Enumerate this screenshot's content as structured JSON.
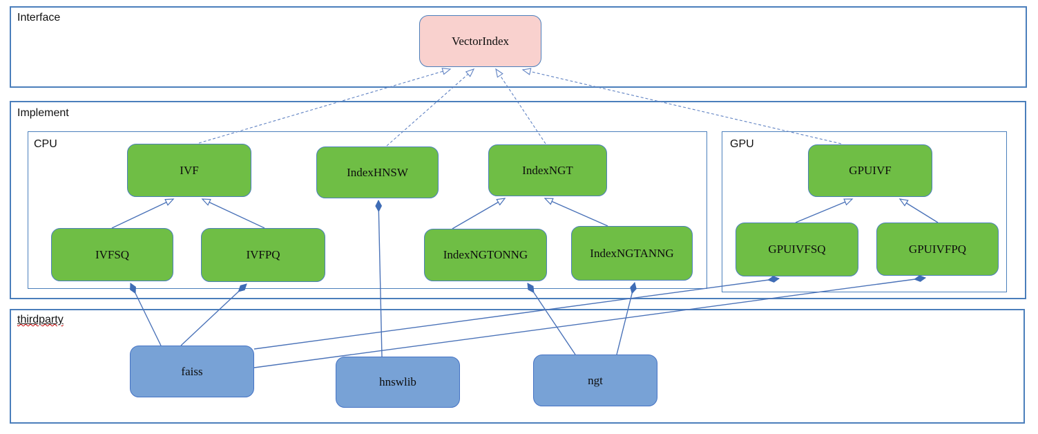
{
  "sections": {
    "interface": {
      "label": "Interface"
    },
    "implement": {
      "label": "Implement"
    },
    "cpu": {
      "label": "CPU"
    },
    "gpu": {
      "label": "GPU"
    },
    "thirdparty": {
      "label": "thirdparty"
    }
  },
  "nodes": {
    "vectorindex": {
      "label": "VectorIndex",
      "kind": "interface"
    },
    "ivf": {
      "label": "IVF",
      "kind": "cpu-class"
    },
    "indexhnsw": {
      "label": "IndexHNSW",
      "kind": "cpu-class"
    },
    "indexngt": {
      "label": "IndexNGT",
      "kind": "cpu-class"
    },
    "ivfsq": {
      "label": "IVFSQ",
      "kind": "cpu-class"
    },
    "ivfpq": {
      "label": "IVFPQ",
      "kind": "cpu-class"
    },
    "indexngtonng": {
      "label": "IndexNGTONNG",
      "kind": "cpu-class"
    },
    "indexngtanng": {
      "label": "IndexNGTANNG",
      "kind": "cpu-class"
    },
    "gpuivf": {
      "label": "GPUIVF",
      "kind": "gpu-class"
    },
    "gpuivfsq": {
      "label": "GPUIVFSQ",
      "kind": "gpu-class"
    },
    "gpuivfpq": {
      "label": "GPUIVFPQ",
      "kind": "gpu-class"
    },
    "faiss": {
      "label": "faiss",
      "kind": "thirdparty-lib"
    },
    "hnswlib": {
      "label": "hnswlib",
      "kind": "thirdparty-lib"
    },
    "ngt": {
      "label": "ngt",
      "kind": "thirdparty-lib"
    }
  },
  "edges": [
    {
      "from": "ivf",
      "to": "vectorindex",
      "type": "realization"
    },
    {
      "from": "indexhnsw",
      "to": "vectorindex",
      "type": "realization"
    },
    {
      "from": "indexngt",
      "to": "vectorindex",
      "type": "realization"
    },
    {
      "from": "gpuivf",
      "to": "vectorindex",
      "type": "realization"
    },
    {
      "from": "ivfsq",
      "to": "ivf",
      "type": "generalization"
    },
    {
      "from": "ivfpq",
      "to": "ivf",
      "type": "generalization"
    },
    {
      "from": "indexngtonng",
      "to": "indexngt",
      "type": "generalization"
    },
    {
      "from": "indexngtanng",
      "to": "indexngt",
      "type": "generalization"
    },
    {
      "from": "gpuivfsq",
      "to": "gpuivf",
      "type": "generalization"
    },
    {
      "from": "gpuivfpq",
      "to": "gpuivf",
      "type": "generalization"
    },
    {
      "from": "faiss",
      "to": "ivfsq",
      "type": "composition"
    },
    {
      "from": "faiss",
      "to": "ivfpq",
      "type": "composition"
    },
    {
      "from": "faiss",
      "to": "gpuivfsq",
      "type": "composition"
    },
    {
      "from": "faiss",
      "to": "gpuivfpq",
      "type": "composition"
    },
    {
      "from": "hnswlib",
      "to": "indexhnsw",
      "type": "composition"
    },
    {
      "from": "ngt",
      "to": "indexngtonng",
      "type": "composition"
    },
    {
      "from": "ngt",
      "to": "indexngtanng",
      "type": "composition"
    }
  ],
  "colors": {
    "interface_fill": "#f9d1ce",
    "class_fill": "#6fbe45",
    "lib_fill": "#78a2d6",
    "node_border": "#4a7ebb",
    "edge_line": "#4a72b8",
    "section_border": "#4a7ebb",
    "spellcheck_underline": "#cc0000",
    "background": "#ffffff"
  }
}
